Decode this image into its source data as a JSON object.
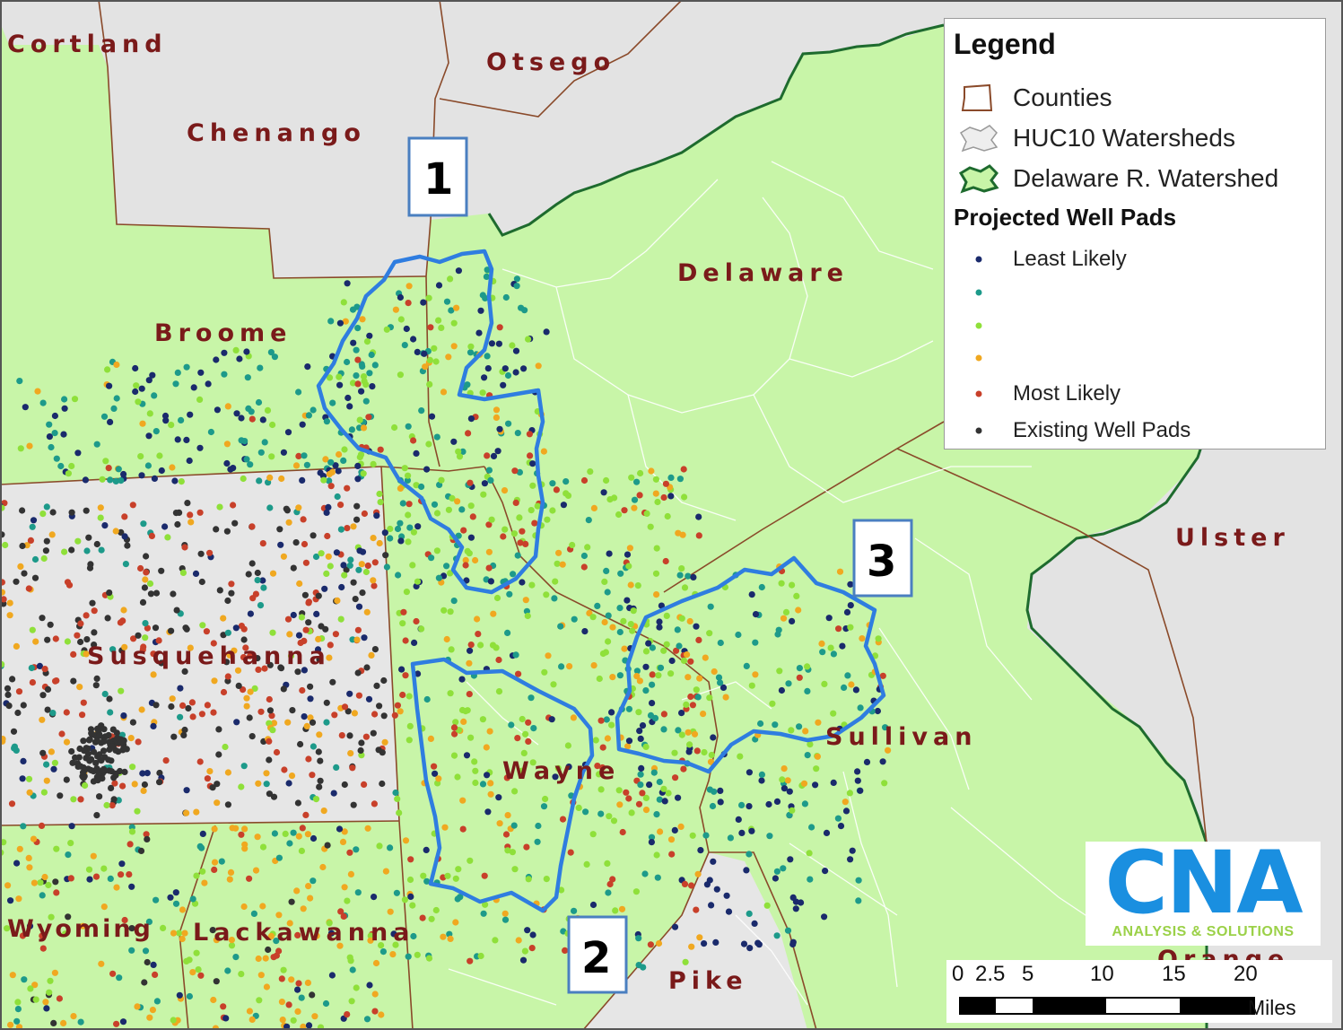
{
  "legend": {
    "title": "Legend",
    "counties": "Counties",
    "huc10": "HUC10 Watersheds",
    "delaware": "Delaware R. Watershed",
    "projected_title": "Projected Well Pads",
    "least_likely": "Least Likely",
    "most_likely": "Most Likely",
    "existing": "Existing Well Pads"
  },
  "colors": {
    "least_likely": "#1a2a6c",
    "likely_2": "#1d9a8a",
    "likely_3": "#8fe03a",
    "likely_4": "#f0a820",
    "most_likely": "#c8402a",
    "existing": "#333333",
    "focus_outline": "#2f7de0",
    "delaware_outline": "#1e6b2e",
    "watershed_fill": "#c8f5a8",
    "outside_fill": "#e3e3e3"
  },
  "counties": {
    "cortland": "Cortland",
    "otsego": "Otsego",
    "chenango": "Chenango",
    "delaware": "Delaware",
    "broome": "Broome",
    "ulster": "Ulster",
    "susquehanna": "Susquehanna",
    "sullivan": "Sullivan",
    "wayne": "Wayne",
    "wyoming": "Wyoming",
    "lackawanna": "Lackawanna",
    "pike": "Pike",
    "orange": "Orange"
  },
  "areas": {
    "one": "1",
    "two": "2",
    "three": "3"
  },
  "logo": {
    "name": "CNA",
    "tagline": "ANALYSIS & SOLUTIONS"
  },
  "scale": {
    "ticks": [
      "0",
      "2.5",
      "5",
      "10",
      "15",
      "20"
    ],
    "unit": "Miles"
  }
}
